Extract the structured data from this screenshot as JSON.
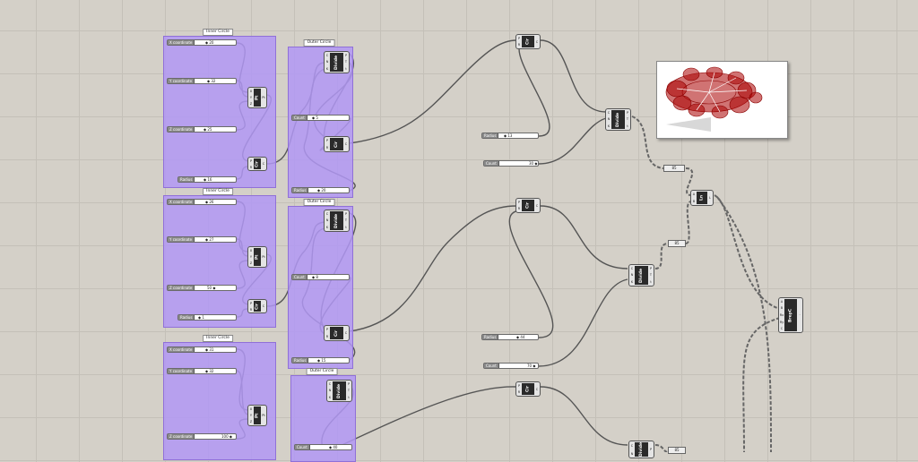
{
  "canvas": {
    "app": "Grasshopper canvas"
  },
  "groups": {
    "inner1": "Inner Circle",
    "outer1": "Outer Circle",
    "inner2": "Inner Circle",
    "outer2": "Outer Circle",
    "inner3": "Inner Circle",
    "outer3": "Outer Circle"
  },
  "sliders": {
    "x1": {
      "label": "X coordinate",
      "value": "◆ 20"
    },
    "y1": {
      "label": "Y coordinate",
      "value": "◆ 32"
    },
    "z1": {
      "label": "Z coordinate",
      "value": "◆ 25"
    },
    "r1": {
      "label": "Radius",
      "value": "◆ 16"
    },
    "count1": {
      "label": "Count",
      "value": "◆ 5"
    },
    "oradius1": {
      "label": "Radius",
      "value": "◆ 20"
    },
    "x2": {
      "label": "X coordinate",
      "value": "◆ 26"
    },
    "y2": {
      "label": "Y coordinate",
      "value": "◆ 27"
    },
    "z2": {
      "label": "Z coordinate",
      "value": "50 ◆"
    },
    "r2": {
      "label": "Radius",
      "value": "◆ 1"
    },
    "count2": {
      "label": "Count",
      "value": "◆ 8"
    },
    "oradius2": {
      "label": "Radius",
      "value": "◆ 15"
    },
    "x3": {
      "label": "X coordinate",
      "value": "◆ 31"
    },
    "y3": {
      "label": "Y coordinate",
      "value": "◆ 32"
    },
    "z3": {
      "label": "Z coordinate",
      "value": "100 ◆"
    },
    "count3": {
      "label": "Count",
      "value": "◆ 40"
    },
    "radiusA": {
      "label": "Radius",
      "value": "◆ 13"
    },
    "countA": {
      "label": "Count",
      "value": "30 ◆"
    },
    "radiusB": {
      "label": "Radius",
      "value": "◆ 44"
    },
    "countB": {
      "label": "Count",
      "value": "70 ◆"
    }
  },
  "components": {
    "pt": "Pt",
    "cir": "Cir",
    "divide": "Divide",
    "ln": "Ln",
    "brep": "BrepC",
    "inputs": {
      "pt": [
        "X",
        "Y",
        "Z"
      ],
      "cir": [
        "P",
        "R"
      ],
      "divide": [
        "C",
        "N",
        "K"
      ],
      "ln": [
        "A",
        "B"
      ],
      "brep": [
        "A",
        "B",
        "Rx",
        "Ry",
        "C"
      ]
    },
    "outputs": {
      "pt": [
        "Pt"
      ],
      "cir": [
        "C"
      ],
      "divide": [
        "P",
        "T",
        "t"
      ],
      "ln": [
        "L"
      ]
    }
  },
  "panels": {
    "p1": "85",
    "p2": "85",
    "p3": "85"
  },
  "preview": {
    "color": "#a00000"
  }
}
